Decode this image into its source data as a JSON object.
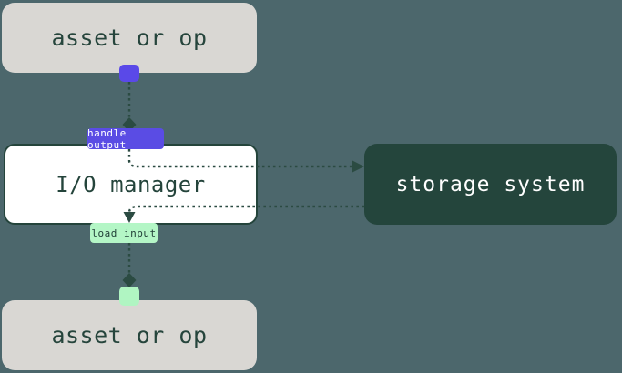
{
  "diagram": {
    "nodes": {
      "asset_top": {
        "label": "asset or op"
      },
      "io_manager": {
        "label": "I/O manager"
      },
      "storage_system": {
        "label": "storage system"
      },
      "asset_bottom": {
        "label": "asset or op"
      }
    },
    "edge_labels": {
      "handle_output": "handle output",
      "load_input": "load input"
    },
    "colors": {
      "background": "#4c676c",
      "asset_box_fill": "#d9d7d3",
      "io_manager_fill": "#ffffff",
      "io_manager_border": "#24443b",
      "storage_fill": "#24453c",
      "dark_green_text": "#26453c",
      "connector_line": "#2b4b42",
      "accent_purple": "#5a4ce4",
      "accent_light_green": "#b4f6c6",
      "label_text_light": "#ffffff"
    }
  }
}
